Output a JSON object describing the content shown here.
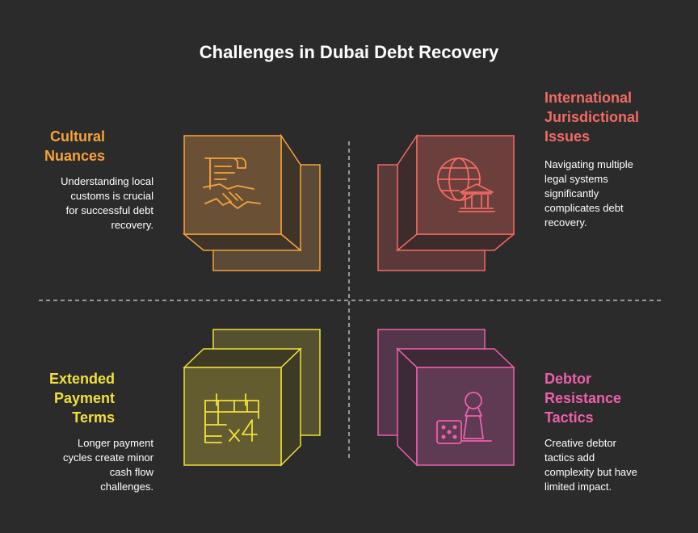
{
  "title": "Challenges in Dubai Debt Recovery",
  "quadrants": [
    {
      "heading": "Cultural\nNuances",
      "description": "Understanding local\ncustoms is crucial\nfor successful debt\nrecovery.",
      "color": "#f7a23b",
      "icon": "contract-handshake-icon"
    },
    {
      "heading": "International\nJurisdictional\nIssues",
      "description": "Navigating multiple\nlegal systems\nsignificantly\ncomplicates debt\nrecovery.",
      "color": "#f26b63",
      "icon": "globe-courthouse-icon"
    },
    {
      "heading": "Extended\nPayment\nTerms",
      "description": "Longer payment\ncycles create minor\ncash flow\nchallenges.",
      "color": "#f2e03a",
      "icon": "calendar-times-four-icon"
    },
    {
      "heading": "Debtor\nResistance\nTactics",
      "description": "Creative debtor\ntactics add\ncomplexity but have\nlimited impact.",
      "color": "#ee5fae",
      "icon": "dice-pawn-icon"
    }
  ],
  "colors": {
    "background": "#2b2b2b",
    "divider": "#bdbdbd"
  }
}
